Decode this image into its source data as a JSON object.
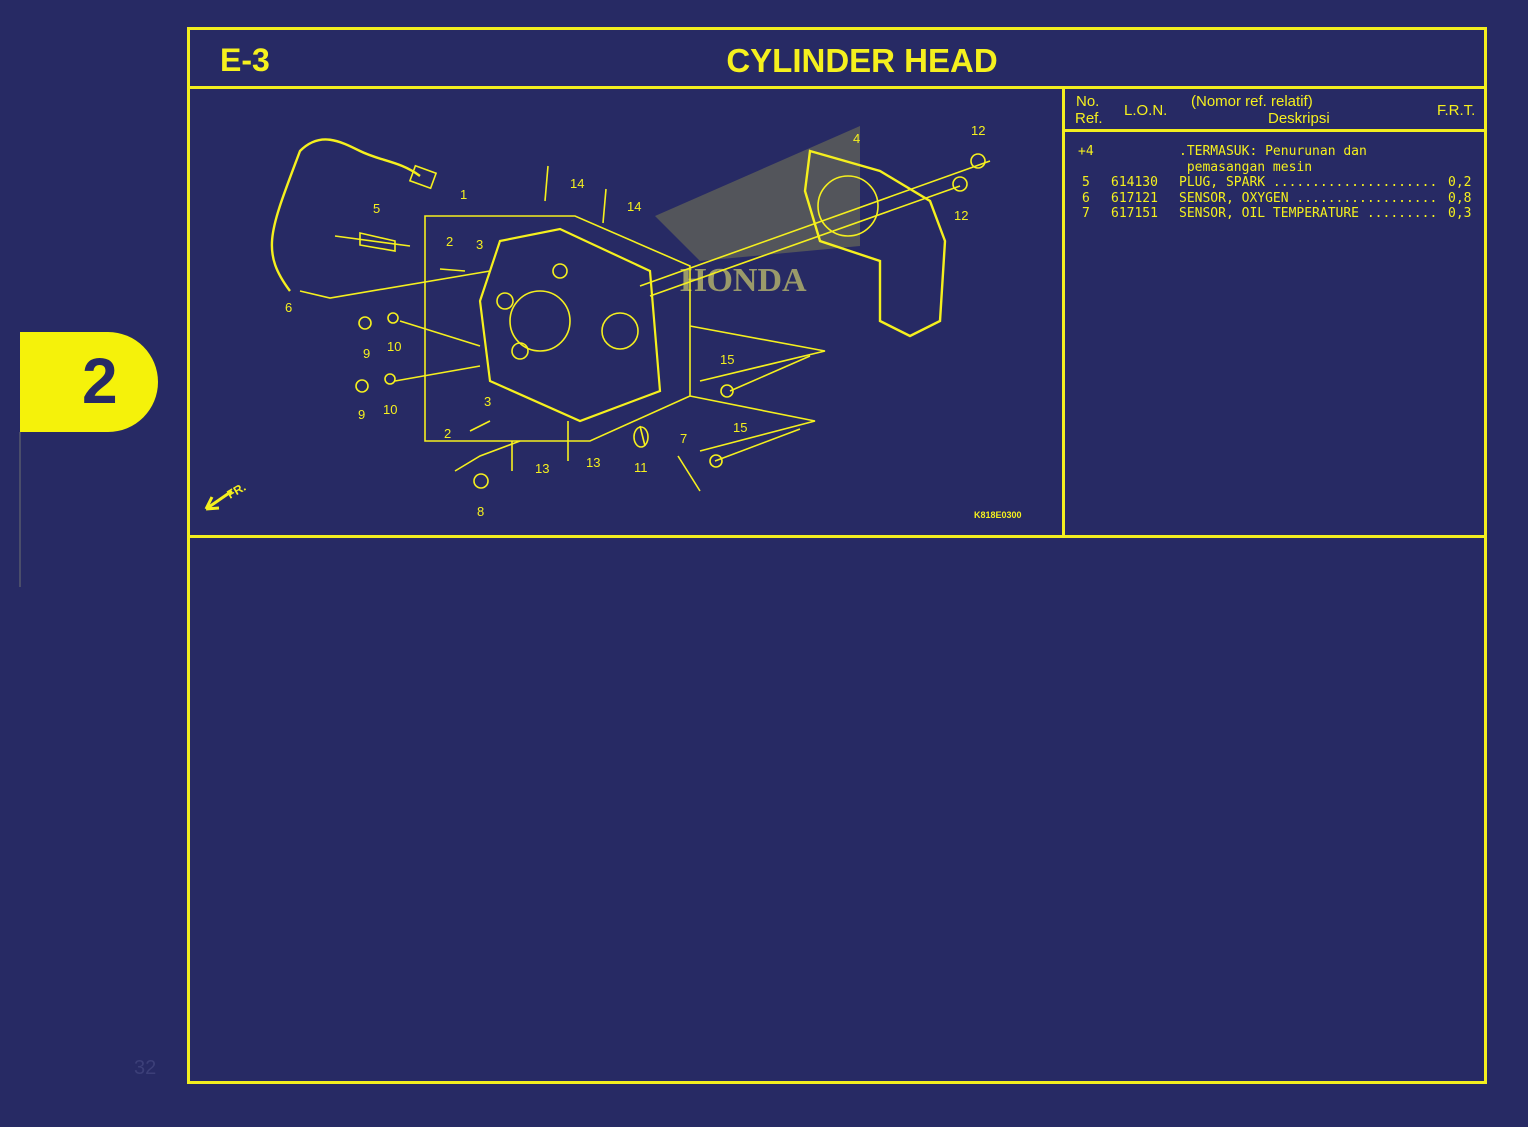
{
  "section_tab": "2",
  "page_number": "32",
  "header": {
    "code": "E-3",
    "title": "CYLINDER HEAD"
  },
  "diagram": {
    "watermark": "HONDA",
    "drawing_code": "K818E0300",
    "front_label": "FR.",
    "callouts": [
      "1",
      "2",
      "3",
      "4",
      "5",
      "6",
      "7",
      "8",
      "9",
      "10",
      "9",
      "10",
      "11",
      "12",
      "12",
      "13",
      "13",
      "14",
      "14",
      "15",
      "15",
      "3",
      "2"
    ]
  },
  "table": {
    "headers": {
      "no_ref_1": "No.",
      "no_ref_2": "Ref.",
      "lon": "L.O.N.",
      "desc_1": "(Nomor ref. relatif)",
      "desc_2": "Deskripsi",
      "frt": "F.R.T."
    },
    "rows": [
      {
        "ref": "+4",
        "lon": "",
        "desc": ".TERMASUK: Penurunan dan",
        "frt": ""
      },
      {
        "ref": "",
        "lon": "",
        "desc": " pemasangan mesin",
        "frt": ""
      },
      {
        "ref": "5",
        "lon": "614130",
        "desc": "PLUG, SPARK .....................",
        "frt": "0,2"
      },
      {
        "ref": "6",
        "lon": "617121",
        "desc": "SENSOR, OXYGEN ..................",
        "frt": "0,8"
      },
      {
        "ref": "7",
        "lon": "617151",
        "desc": "SENSOR, OIL TEMPERATURE .........",
        "frt": "0,3"
      }
    ]
  },
  "colors": {
    "background": "#272a64",
    "accent": "#f2ee1f"
  }
}
